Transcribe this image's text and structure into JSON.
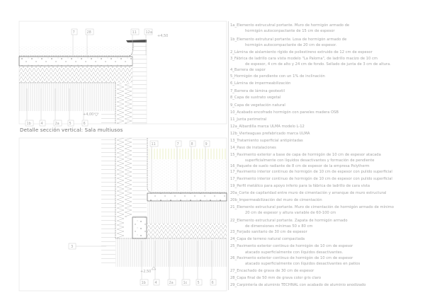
{
  "caption": "Detalle sección vertical: Sala multiusos",
  "top_detail": {
    "top_tags": [
      "7",
      "28",
      "11",
      "12a"
    ],
    "level_top": "+4,50",
    "bottom_tags": [
      "1b",
      "4",
      "2a",
      "5",
      "6"
    ],
    "level_bottom": "+4,00"
  },
  "bottom_detail": {
    "top_tags": [
      "11",
      "7",
      "8",
      "9"
    ],
    "side_tag": "3",
    "level": "+2,50",
    "bottom_tags": [
      "1b",
      "4",
      "2a",
      "1c",
      "5",
      "6"
    ]
  },
  "legend": [
    [
      "1a_Elemento estrucutral portante. Muro de hormigón armado de",
      "hormigón autoconpactante de 15 cm de espesor"
    ],
    [
      "1b_Elemento estrutural portante. Losa de hormigón armado de",
      "hormigón autocompactante de 20 cm de espesor."
    ],
    [
      "2_Lámina de aislamiento rígido de poliestireno extruido de 12 cm de espesor"
    ],
    [
      "3_Fábrica de ladrillo cara vista modelo \"La Paloma\", de ladrillo macizo de 10 cm",
      "de espesor, 4 cm de alto y 24 cm de fondo. Sellado de junta de 3 cm de altura."
    ],
    [
      "4_Barrera de vapor"
    ],
    [
      "5_Hormigón de pendiente con un 1% de inclinación"
    ],
    [
      "6_Lámina de impermeabilización"
    ],
    [
      "7_Barrera de lámina geotextil"
    ],
    [
      "8_Capa de sustrato vegetal"
    ],
    [
      "9_Capa de vegetación natural"
    ],
    [
      "10_Acabado encofrado hormigón con paneles madera OSB"
    ],
    [
      "11_Junta perimetral"
    ],
    [
      "12a_Albardilla marca ULMA modelo L-12"
    ],
    [
      "12b_Vierteaguas prefabricado  marca ULMA"
    ],
    [
      "13_Tratamiento superficial antipintadas"
    ],
    [
      "14_Paso de instalaciones"
    ],
    [
      "15_Pavimento exterior a base de capa de hormigón  de 10 cm de espesor atacada",
      "superficialmente con líquidos desactivantes y formación de pendiente"
    ],
    [
      "16_Paquete de suelo radiante de 8 cm de espesor de la empresa Polytherm"
    ],
    [
      "17_Pavimento interior continuo de hormigón de 10 cm de espesor con pulido superficial"
    ],
    [
      "17_Pavimento interior continuo de hormigón de 10 cm de espesor con pulido superficial"
    ],
    [
      "19_Perfil metálico para apoyo inferio para la fábrica de ladrillo de cara vista"
    ],
    [
      "20a_Corte de capilaridad entre muro de cimentación y arranque de muro estructural"
    ],
    [
      "20b_Impermeabilización del muro de cimentación"
    ],
    [
      "21_Elemento estructural portante. Muro de cimentación de hormigón armado de mínimo",
      "20 cm de espesor y altura variable de 60-100 cm"
    ],
    [
      "22_Elemento estructural portante. Zapata de hormigón armado",
      "de dimensiones mínimas 50 x 80 cm"
    ],
    [
      "23_Forjado sanitario de 30 cm de espesor"
    ],
    [
      "24_Capa de terreno natural compactada"
    ],
    [
      "25_Pavimento exterior continuo de hormigón de 10 cm de espesor",
      "atacado superficialmente con líquidos desactivantes."
    ],
    [
      "26_Pavimento exterior continuo de hormigón de 10 cm de espesor",
      "atacado superficialmente con líquidos desactivantes en patios"
    ],
    [
      "27_Encachado de grava de 30 cm de espesor"
    ],
    [
      "28_Capa final de 50 mm de grava color gris claro"
    ],
    [
      "29_Carpintería de aluminio  TECHNAL con acabado de aluminio anodizado"
    ]
  ],
  "colors": {
    "line": "#bbbbbb",
    "text": "#a6a6a6",
    "vegetation": "#e6ecb0",
    "coping": "#555555"
  }
}
